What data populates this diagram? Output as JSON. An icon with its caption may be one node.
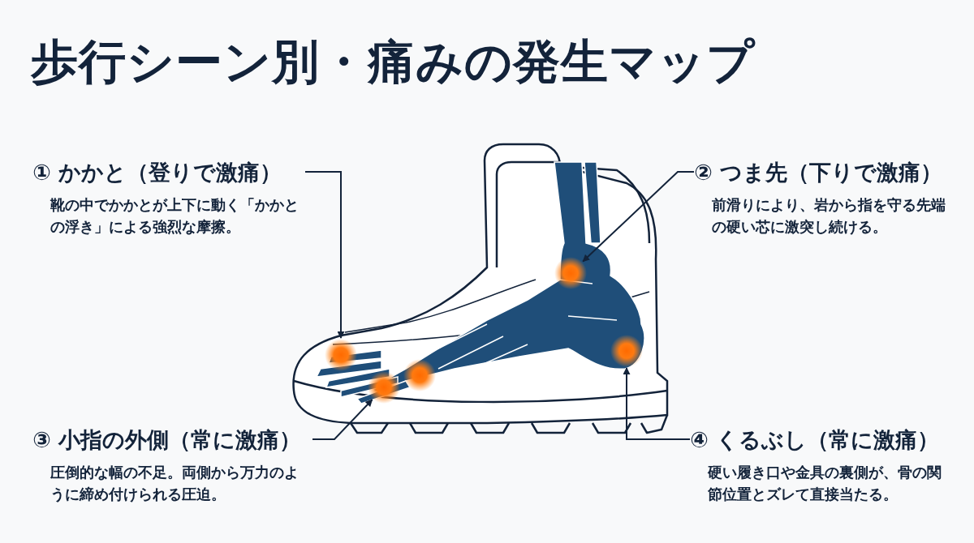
{
  "diagram": {
    "title": "歩行シーン別・痛みの発生マップ",
    "nodes": [
      {
        "text": [
          "① かかと（登りで激痛）",
          "靴の中でかかとが上下に動く「かかとの浮き」による強烈な摩擦。"
        ]
      },
      {
        "text": [
          "② つま先（下りで激痛）",
          "前滑りにより、岩から指を守る先端の硬い芯に激突し続ける。"
        ]
      },
      {
        "text": [
          "③ 小指の外側（常に激痛）",
          "圧倒的な幅の不足。両側から万力のように締め付けられる圧迫。"
        ]
      },
      {
        "text": [
          "④ くるぶし（常に激痛）",
          "硬い履き口や金具の裏側が、骨の関節位置とズレて直接当たる。"
        ]
      },
      {
        "text": [],
        "shape": "circle"
      },
      {
        "text": [],
        "shape": "circle"
      },
      {
        "text": [],
        "shape": "circle"
      },
      {
        "text": [],
        "shape": "circle"
      },
      {
        "text": [],
        "shape": "circle"
      }
    ],
    "edges": [
      {
        "from": 0,
        "to": 4,
        "arrow": "to"
      },
      {
        "from": 1,
        "to": 7,
        "arrow": "to"
      },
      {
        "from": 2,
        "to": 5,
        "arrow": "to"
      },
      {
        "from": 3,
        "to": 8,
        "arrow": "to"
      }
    ]
  }
}
